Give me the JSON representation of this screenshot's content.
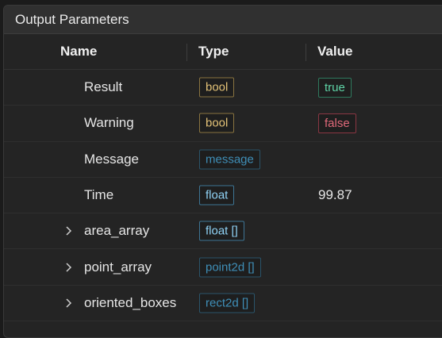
{
  "panel": {
    "title": "Output Parameters"
  },
  "columns": {
    "name": "Name",
    "type": "Type",
    "value": "Value"
  },
  "rows": [
    {
      "name": "Result",
      "expandable": false,
      "type": "bool",
      "type_color": "#e3c277",
      "type_border": "#8a7440",
      "value": "true",
      "value_kind": "badge",
      "value_color": "#5fd3a6",
      "value_border": "#2f7a5e"
    },
    {
      "name": "Warning",
      "expandable": false,
      "type": "bool",
      "type_color": "#e3c277",
      "type_border": "#8a7440",
      "value": "false",
      "value_kind": "badge",
      "value_color": "#e0697a",
      "value_border": "#8a3643"
    },
    {
      "name": "Message",
      "expandable": false,
      "type": "message",
      "type_color": "#3f8fb8",
      "type_border": "#2a546a",
      "value": "",
      "value_kind": "none"
    },
    {
      "name": "Time",
      "expandable": false,
      "type": "float",
      "type_color": "#8fd2f5",
      "type_border": "#3d7594",
      "value": "99.87",
      "value_kind": "text"
    },
    {
      "name": "area_array",
      "expandable": true,
      "type": "float []",
      "type_color": "#8fd2f5",
      "type_border": "#3d7594",
      "value": "",
      "value_kind": "none"
    },
    {
      "name": "point_array",
      "expandable": true,
      "type": "point2d []",
      "type_color": "#3f8fb8",
      "type_border": "#2a546a",
      "value": "",
      "value_kind": "none"
    },
    {
      "name": "oriented_boxes",
      "expandable": true,
      "type": "rect2d []",
      "type_color": "#3f8fb8",
      "type_border": "#2a546a",
      "value": "",
      "value_kind": "none"
    }
  ],
  "icons": {
    "expand": "chevron-right-icon"
  }
}
